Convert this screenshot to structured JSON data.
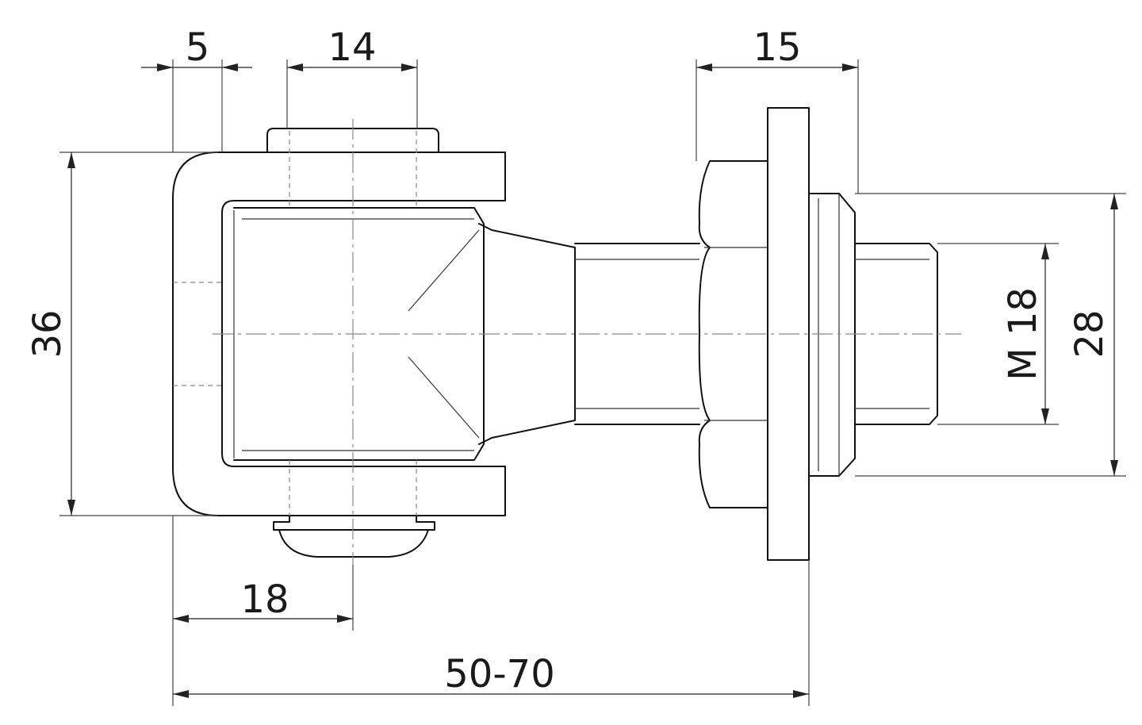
{
  "dimensions": {
    "d5": "5",
    "d14": "14",
    "d15": "15",
    "d36": "36",
    "d18": "18",
    "d50_70": "50-70",
    "m18": "M 18",
    "d28": "28"
  },
  "colors": {
    "line": "#111111",
    "hidden": "#888888",
    "background": "#ffffff"
  }
}
